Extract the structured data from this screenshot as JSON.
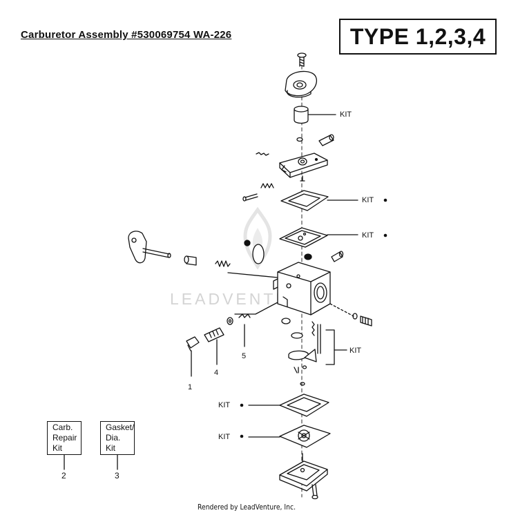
{
  "header": {
    "title": "Carburetor Assembly  #530069754   WA-226",
    "type_label": "TYPE 1,2,3,4"
  },
  "watermark": "LEADVENTURE",
  "callouts": {
    "c1": "1",
    "c4": "4",
    "c5": "5"
  },
  "kit_labels": {
    "k1": "KIT",
    "k2": "KIT",
    "k3": "KIT",
    "k4": "KIT",
    "k5": "KIT",
    "k6": "KIT"
  },
  "legend": {
    "carb_repair": {
      "text": "Carb.\nRepair\nKit",
      "number": "2"
    },
    "gasket_dia": {
      "text": "Gasket/\nDia.\nKit",
      "number": "3"
    }
  },
  "footer": "Rendered by LeadVenture, Inc.",
  "colors": {
    "ink": "#111111",
    "watermark": "#d4d4d4",
    "background": "#ffffff"
  }
}
